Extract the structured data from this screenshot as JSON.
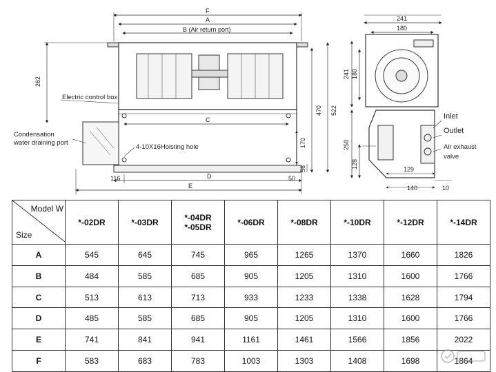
{
  "drawing": {
    "dims": {
      "F": "F",
      "A": "A",
      "B": "B (Air return port)",
      "C": "C",
      "D": "D",
      "E": "E",
      "h262": "262",
      "h470": "470",
      "h522": "522",
      "h170": "170",
      "h56": "56",
      "w116": "116",
      "w50": "50",
      "w241": "241",
      "w180": "180",
      "v241": "241",
      "v180": "180",
      "v258": "258",
      "v128": "128",
      "w129": "129",
      "w140": "140",
      "w10": "10"
    },
    "labels": {
      "electric_box": "Electric control box",
      "condensation_1": "Condensation",
      "condensation_2": "water draining port",
      "hoisting": "4-10X16Hoisting hole",
      "inlet": "Inlet",
      "outlet": "Outlet",
      "air_exhaust_1": "Air exhaust",
      "air_exhaust_2": "valve"
    }
  },
  "table": {
    "corner_top": "Model W",
    "corner_bottom": "Size",
    "models": [
      "*-02DR",
      "*-03DR",
      "*-04DR\n*-05DR",
      "*-06DR",
      "*-08DR",
      "*-10DR",
      "*-12DR",
      "*-14DR"
    ],
    "rows": [
      {
        "size": "A",
        "values": [
          "545",
          "645",
          "745",
          "965",
          "1265",
          "1370",
          "1660",
          "1826"
        ]
      },
      {
        "size": "B",
        "values": [
          "484",
          "585",
          "685",
          "905",
          "1205",
          "1310",
          "1600",
          "1766"
        ]
      },
      {
        "size": "C",
        "values": [
          "513",
          "613",
          "713",
          "933",
          "1233",
          "1338",
          "1628",
          "1794"
        ]
      },
      {
        "size": "D",
        "values": [
          "485",
          "585",
          "685",
          "905",
          "1205",
          "1310",
          "1600",
          "1766"
        ]
      },
      {
        "size": "E",
        "values": [
          "741",
          "841",
          "941",
          "1161",
          "1461",
          "1566",
          "1856",
          "2022"
        ]
      },
      {
        "size": "F",
        "values": [
          "583",
          "683",
          "783",
          "1003",
          "1303",
          "1408",
          "1698",
          "1864"
        ]
      }
    ]
  }
}
